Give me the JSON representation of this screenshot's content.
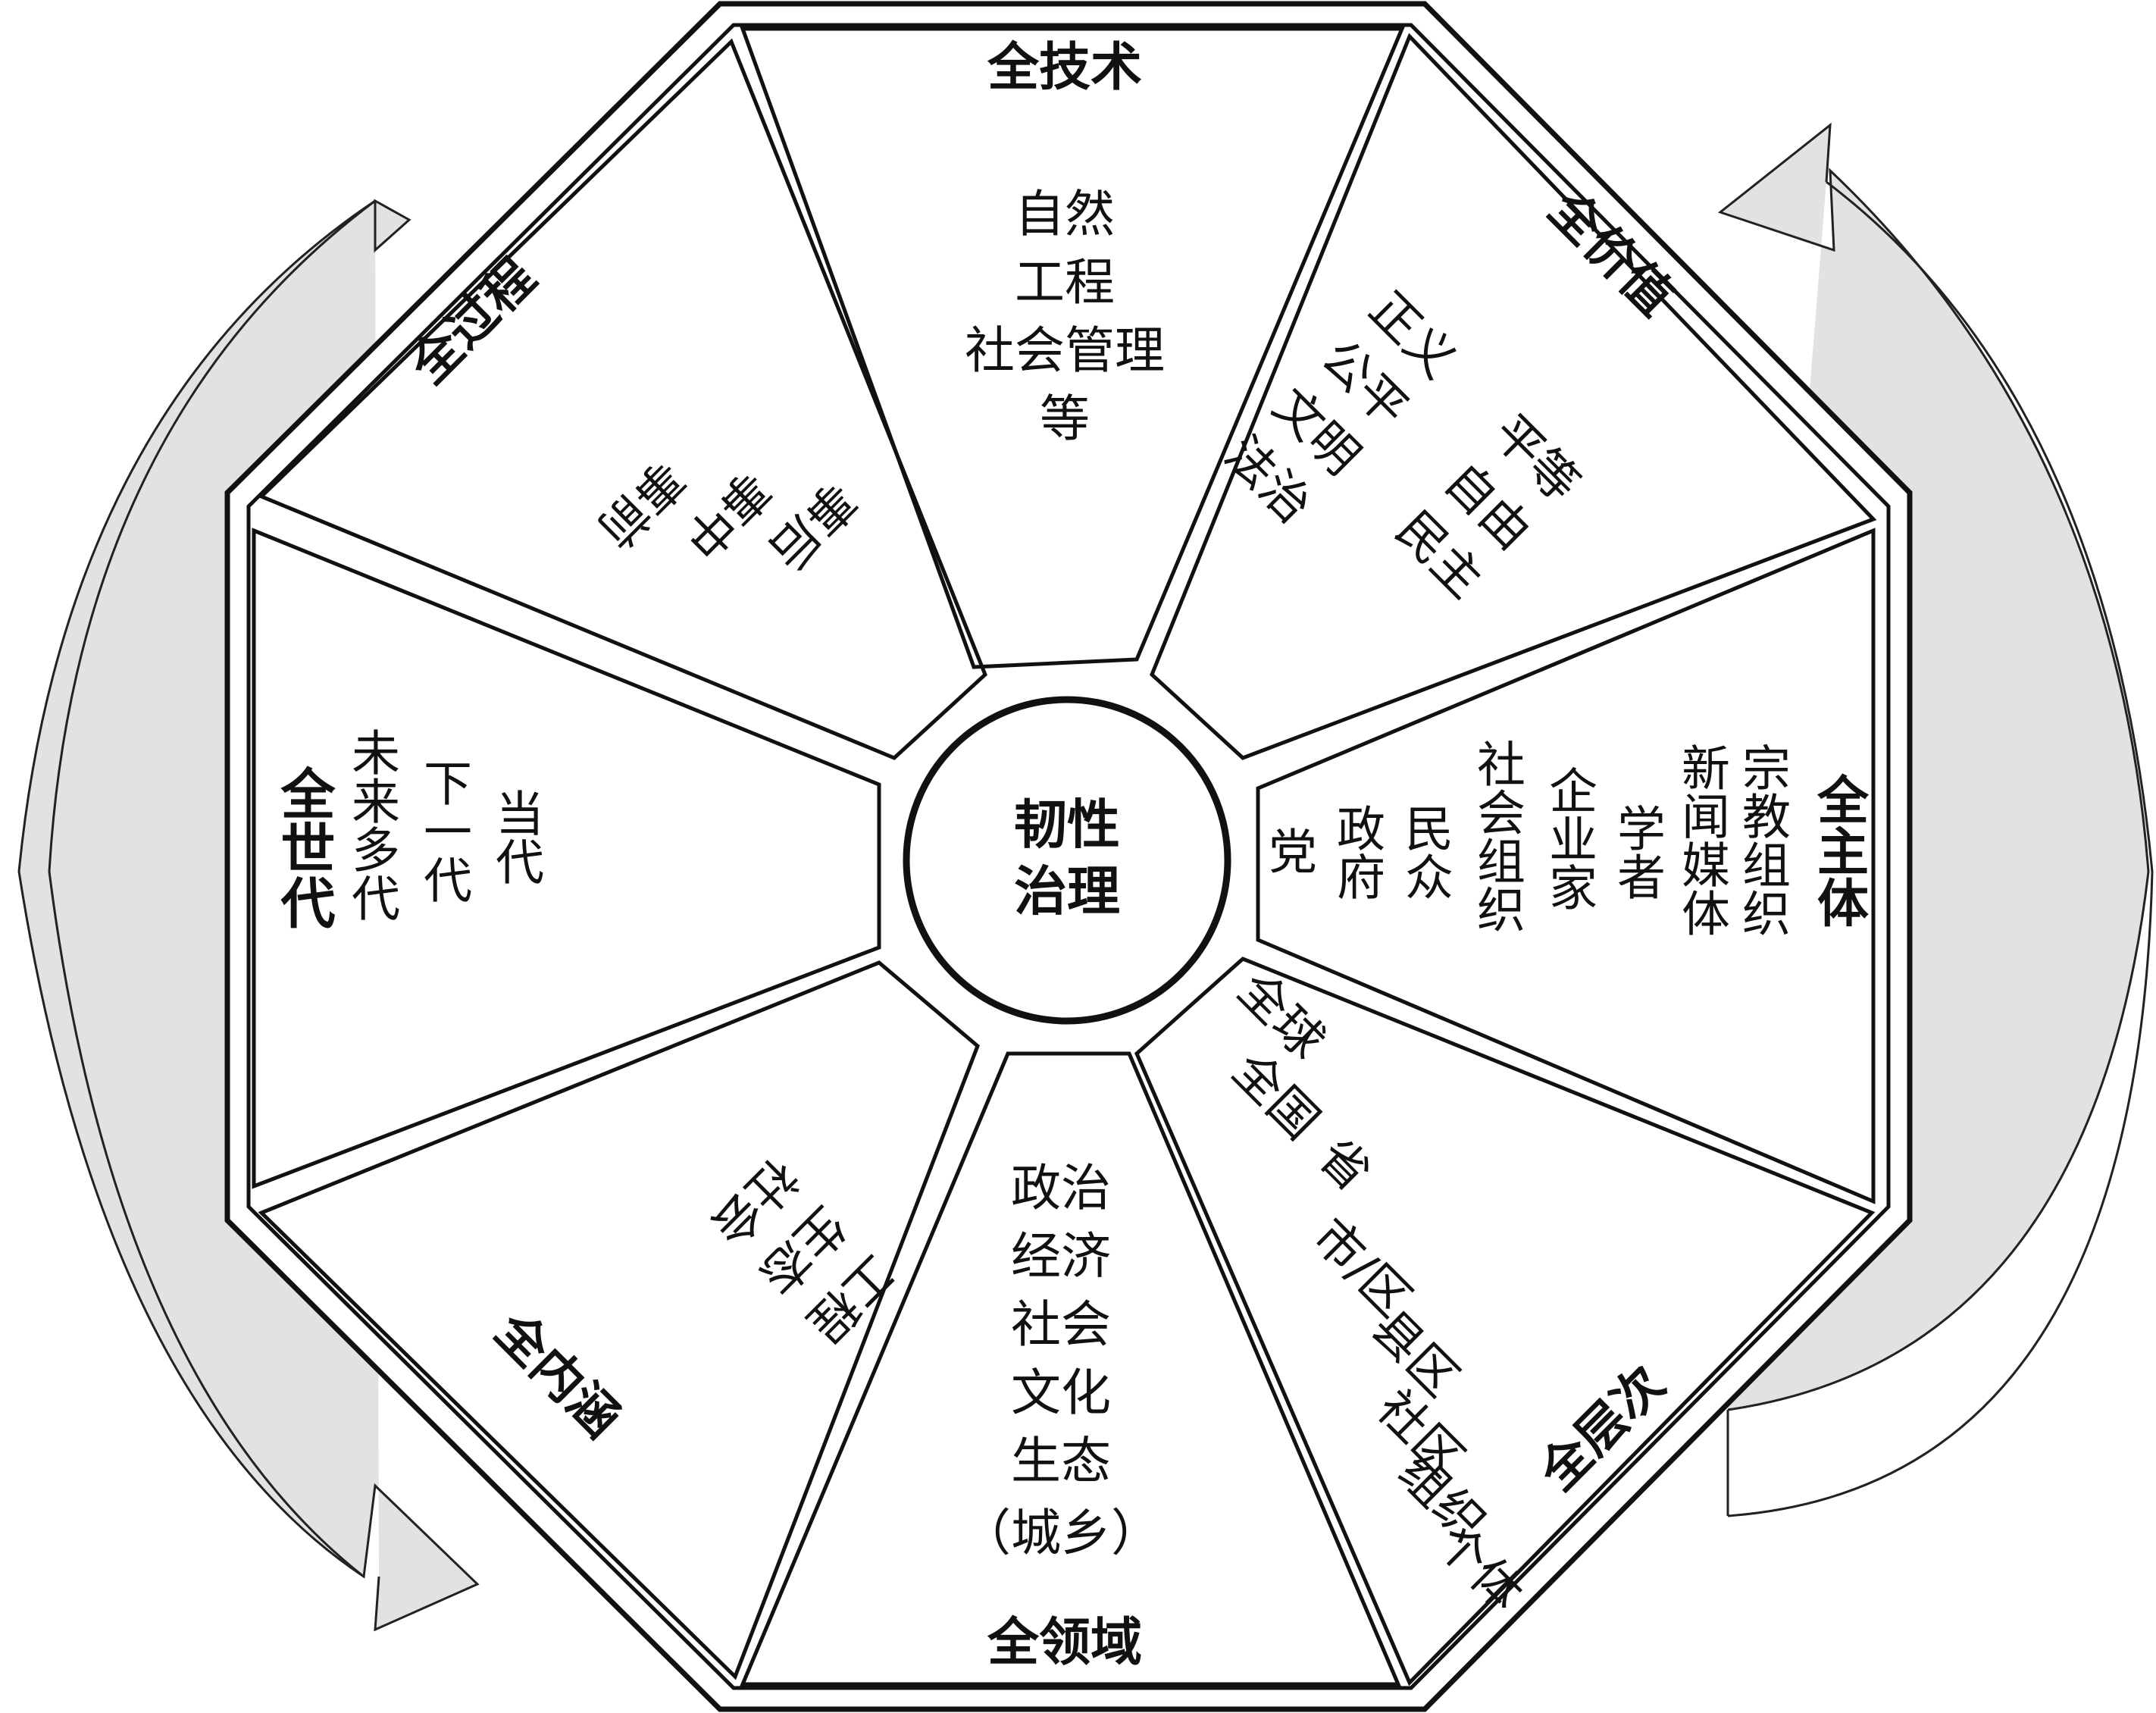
{
  "center": {
    "line1": "韧性",
    "line2": "治理"
  },
  "sectors": {
    "tech": {
      "title": "全技术",
      "items": [
        "自然",
        "工程",
        "社会管理",
        "等"
      ]
    },
    "value": {
      "title": "全价值",
      "items": [
        "正义",
        "平等",
        "公平",
        "自由",
        "文明",
        "民主",
        "法治"
      ]
    },
    "actor": {
      "title": "全主体",
      "items": [
        "宗教组织",
        "新闻媒体",
        "学者",
        "企业家",
        "社会组织",
        "民众",
        "政府",
        "党"
      ]
    },
    "level": {
      "title": "全层次",
      "items": [
        "全球",
        "全国",
        "省",
        "市/区",
        "县区",
        "社区",
        "组织",
        "个体"
      ]
    },
    "domain": {
      "title": "全领域",
      "items": [
        "政治",
        "经济",
        "社会",
        "文化",
        "生态",
        "（城乡）"
      ]
    },
    "scope": {
      "title": "全内涵",
      "items": [
        "社会",
        "生态",
        "工程"
      ]
    },
    "gen": {
      "title": "全世代",
      "items": [
        "当代",
        "下一代",
        "未来多代"
      ]
    },
    "process": {
      "title": "全过程",
      "items": [
        "事前",
        "事中",
        "事后"
      ]
    }
  },
  "arrows": {
    "left": "clockwise-arrow",
    "right": "counterclockwise-arrow",
    "color": "#dddddd"
  }
}
